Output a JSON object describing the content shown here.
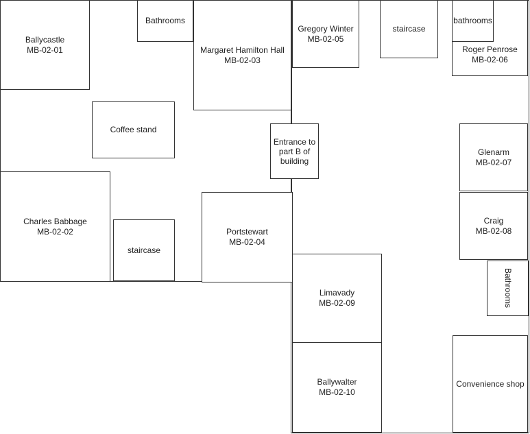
{
  "rooms": {
    "ballycastle": {
      "name": "Ballycastle",
      "code": "MB-02-01"
    },
    "bathrooms_top": {
      "name": "Bathrooms"
    },
    "margaret_hamilton": {
      "name": "Margaret Hamilton Hall",
      "code": "MB-02-03"
    },
    "gregory_winter": {
      "name": "Gregory Winter",
      "code": "MB-02-05"
    },
    "staircase_top": {
      "name": "staircase"
    },
    "bathrooms_top_right": {
      "name": "bathrooms"
    },
    "roger_penrose": {
      "name": "Roger Penrose",
      "code": "MB-02-06"
    },
    "coffee_stand": {
      "name": "Coffee stand"
    },
    "entrance_b": {
      "name": "Entrance to part B of building"
    },
    "glenarm": {
      "name": "Glenarm",
      "code": "MB-02-07"
    },
    "charles_babbage": {
      "name": "Charles Babbage",
      "code": "MB-02-02"
    },
    "staircase_bottom": {
      "name": "staircase"
    },
    "portstewart": {
      "name": "Portstewart",
      "code": "MB-02-04"
    },
    "craig": {
      "name": "Craig",
      "code": "MB-02-08"
    },
    "bathrooms_right": {
      "name": "Bathrooms"
    },
    "limavady": {
      "name": "Limavady",
      "code": "MB-02-09"
    },
    "ballywalter": {
      "name": "Ballywalter",
      "code": "MB-02-10"
    },
    "convenience_shop": {
      "name": "Convenience shop"
    }
  }
}
